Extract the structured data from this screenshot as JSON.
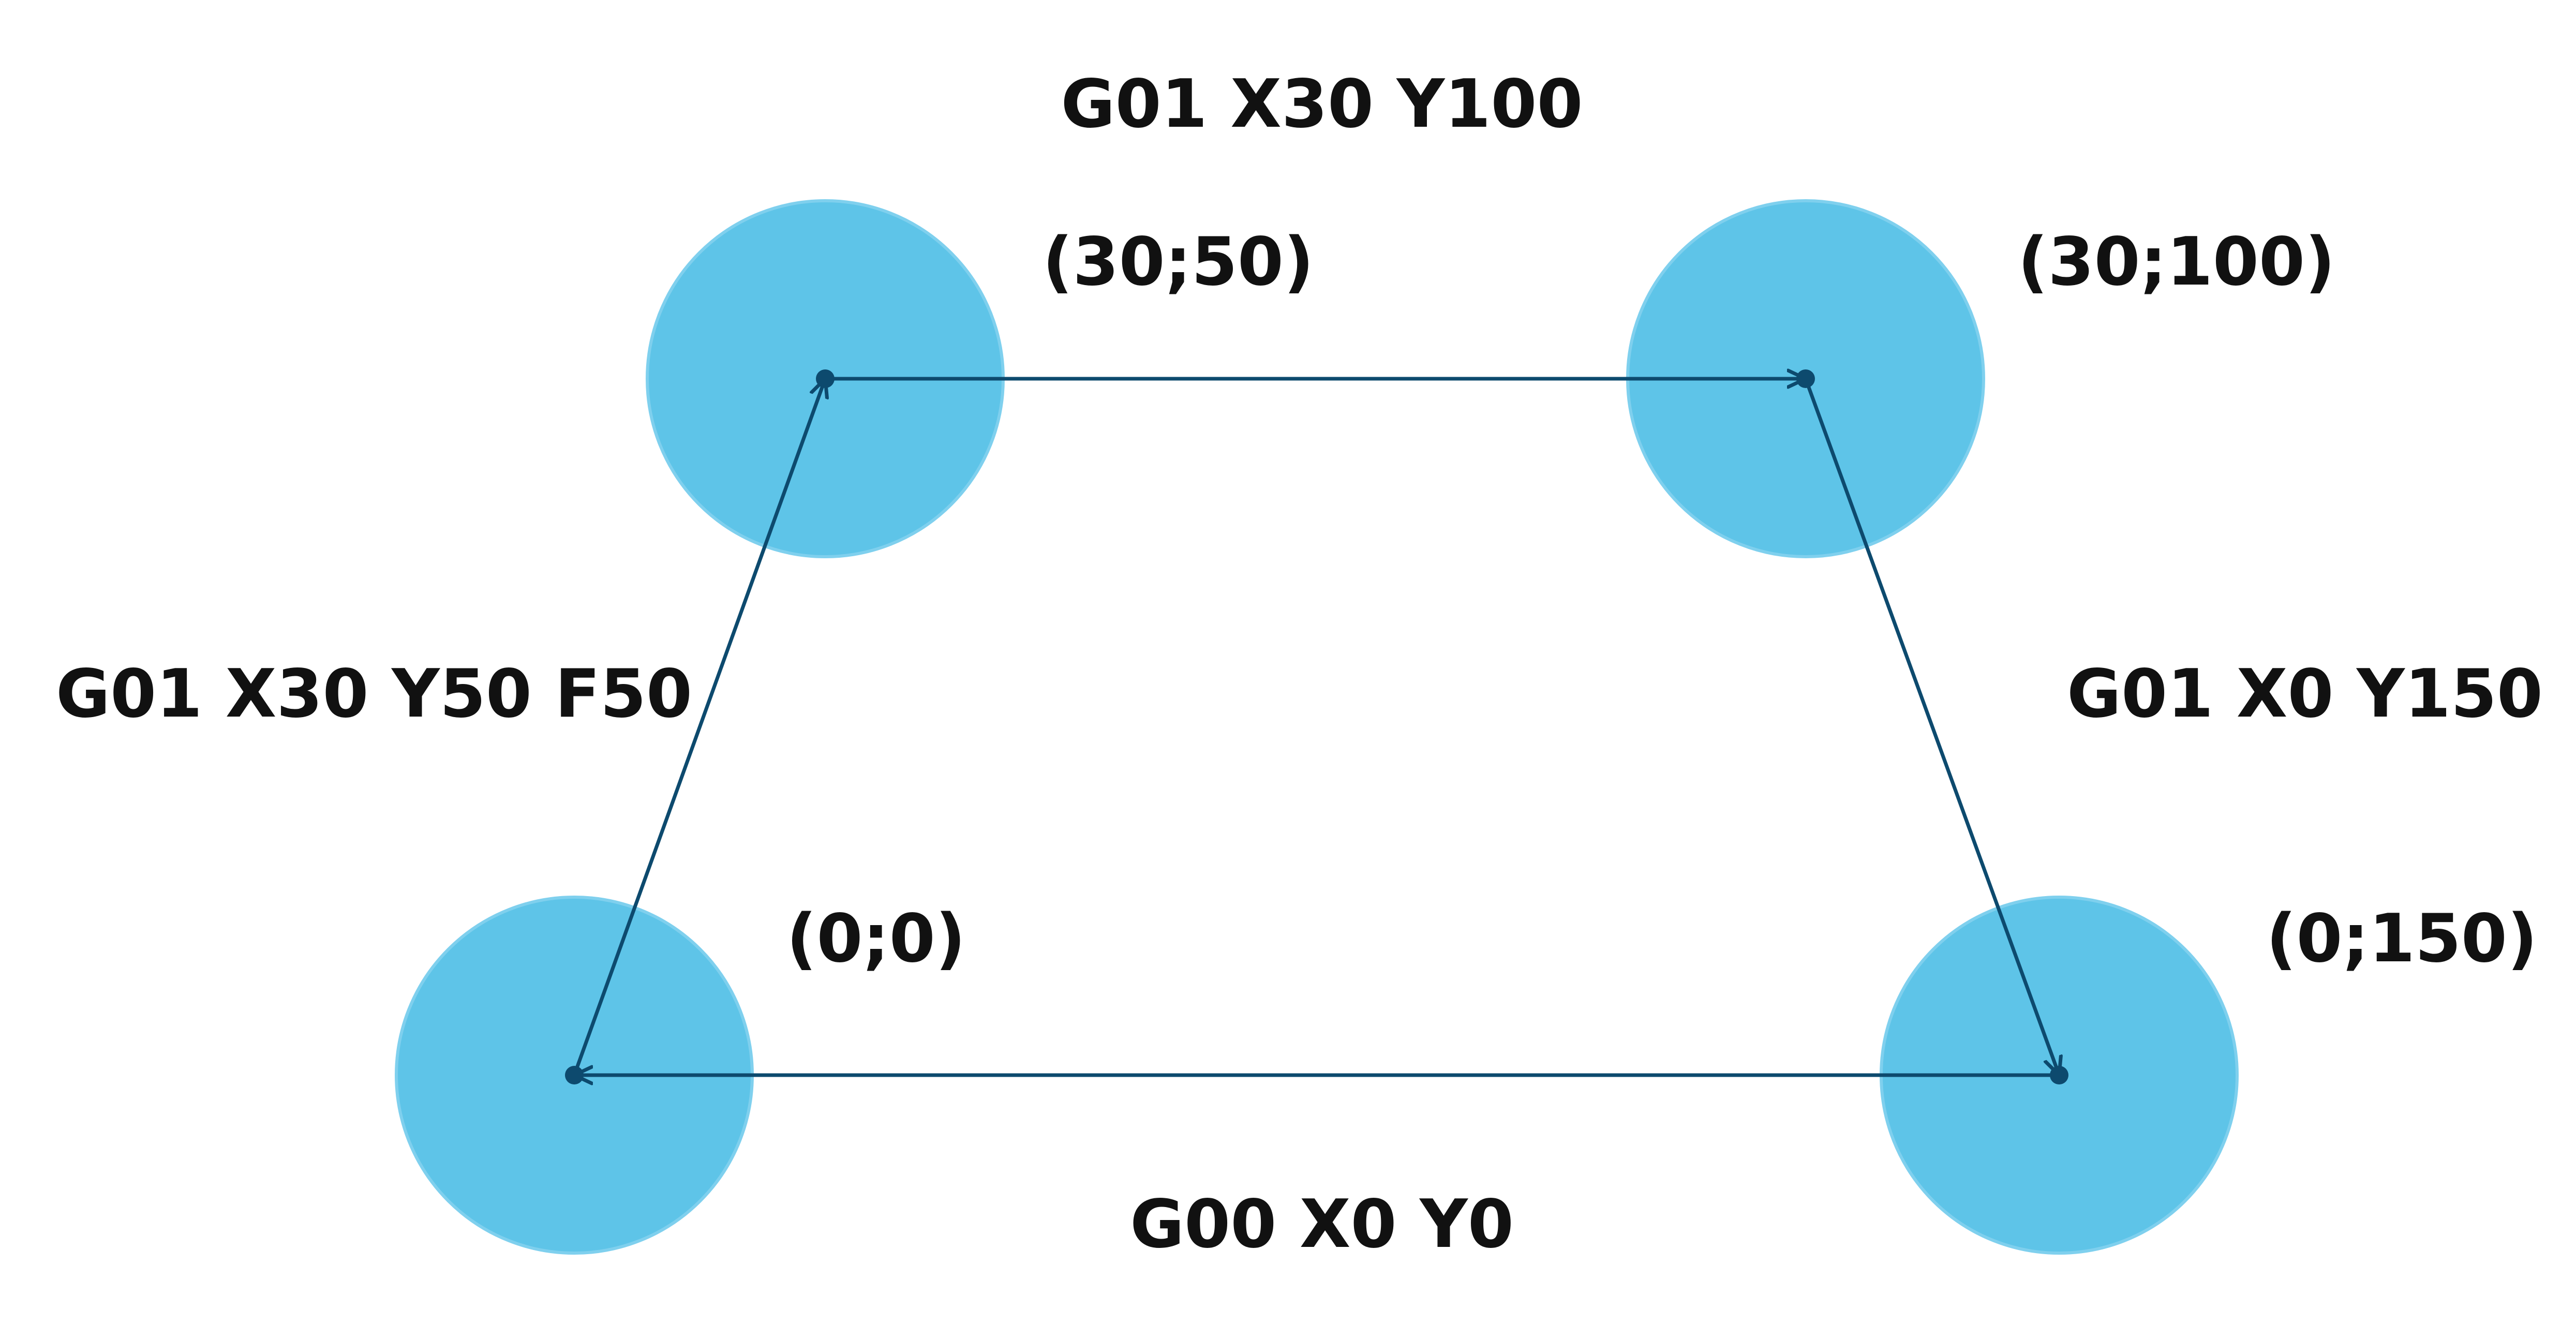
{
  "colors": {
    "background": "#ffffff",
    "circle_fill": "#5ec4e8",
    "circle_stroke": "#7fd0ee",
    "path_line": "#0d4a6e",
    "point_dot": "#0d4a6e",
    "text": "#111111"
  },
  "nodes": [
    {
      "id": "origin",
      "coordinate_label": "(0;0)"
    },
    {
      "id": "p30-50",
      "coordinate_label": "(30;50)"
    },
    {
      "id": "p30-100",
      "coordinate_label": "(30;100)"
    },
    {
      "id": "p0-150",
      "coordinate_label": "(0;150)"
    }
  ],
  "moves": [
    {
      "from": "origin",
      "to": "p30-50",
      "command": "G01 X30 Y50 F50"
    },
    {
      "from": "p30-50",
      "to": "p30-100",
      "command": "G01 X30 Y100"
    },
    {
      "from": "p30-100",
      "to": "p0-150",
      "command": "G01 X0 Y150"
    },
    {
      "from": "p0-150",
      "to": "origin",
      "command": "G00 X0 Y0"
    }
  ]
}
